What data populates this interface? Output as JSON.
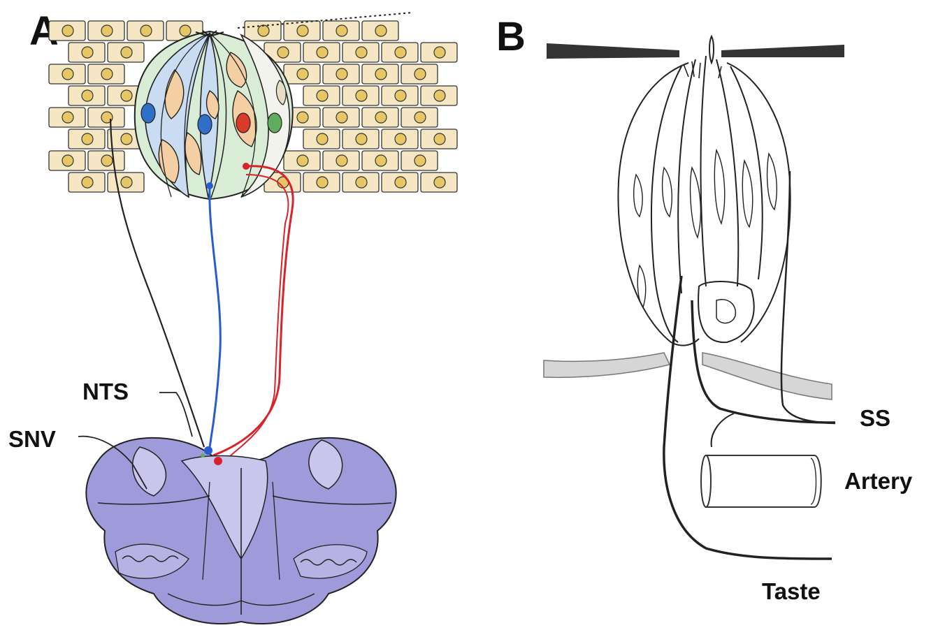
{
  "panels": {
    "a": {
      "letter": "A",
      "labels": {
        "nts": "NTS",
        "snv": "SNV"
      }
    },
    "b": {
      "letter": "B",
      "labels": {
        "ss": "SS",
        "artery": "Artery",
        "taste": "Taste"
      }
    }
  },
  "colors": {
    "epithelium_fill": "#f6e7c4",
    "cell_nucleus": "#e7c765",
    "bud_blue": "#c9dcf1",
    "bud_green": "#d8ecd6",
    "bud_orange": "#f4cfa4",
    "nucleus_blue": "#2f6fc7",
    "nucleus_red": "#d93a2a",
    "nucleus_green": "#5fae5f",
    "nerve_blue": "#2a5cd1",
    "nerve_red": "#d8232a",
    "brainstem_fill": "#9f9ad9",
    "brainstem_light": "#c9c5ec",
    "line_dark": "#222222"
  },
  "icons": [
    "taste-bud-diagram",
    "brainstem-cross-section",
    "artery-cylinder"
  ]
}
